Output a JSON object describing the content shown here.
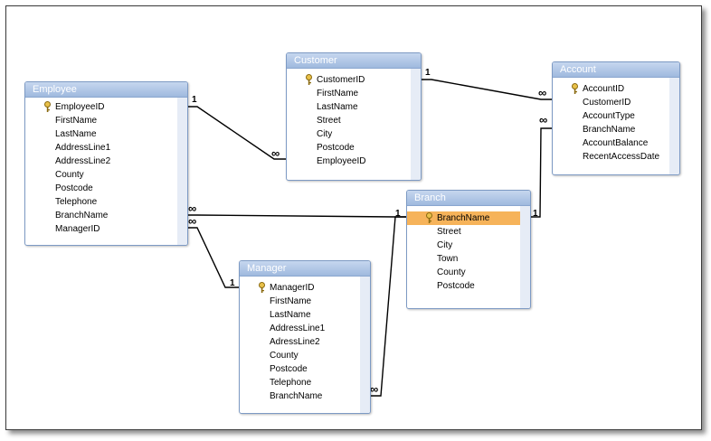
{
  "tables": {
    "employee": {
      "title": "Employee",
      "fields": [
        "EmployeeID",
        "FirstName",
        "LastName",
        "AddressLine1",
        "AddressLine2",
        "County",
        "Postcode",
        "Telephone",
        "BranchName",
        "ManagerID"
      ]
    },
    "customer": {
      "title": "Customer",
      "fields": [
        "CustomerID",
        "FirstName",
        "LastName",
        "Street",
        "City",
        "Postcode",
        "EmployeeID"
      ]
    },
    "account": {
      "title": "Account",
      "fields": [
        "AccountID",
        "CustomerID",
        "AccountType",
        "BranchName",
        "AccountBalance",
        "RecentAccessDate"
      ]
    },
    "branch": {
      "title": "Branch",
      "fields": [
        "BranchName",
        "Street",
        "City",
        "Town",
        "County",
        "Postcode"
      ]
    },
    "manager": {
      "title": "Manager",
      "fields": [
        "ManagerID",
        "FirstName",
        "LastName",
        "AddressLine1",
        "AdressLine2",
        "County",
        "Postcode",
        "Telephone",
        "BranchName"
      ]
    }
  },
  "cardinality": {
    "one": "1",
    "many": "∞"
  },
  "colors": {
    "title_bar": "#9fb9de",
    "border": "#7d9ac4",
    "selected_field": "#f6b35a",
    "key_icon": "#d4a017"
  }
}
